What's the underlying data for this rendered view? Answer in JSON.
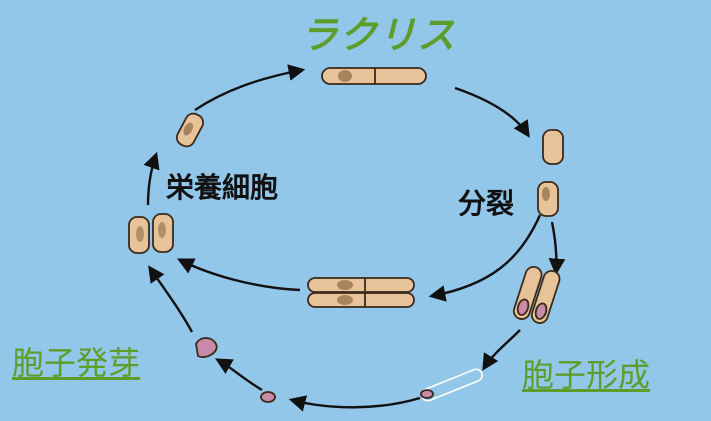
{
  "title": "ラクリス",
  "stages": {
    "vegetative": "栄養細胞",
    "division": "分裂",
    "germination": "胞子発芽",
    "sporulation": "胞子形成"
  },
  "colors": {
    "background": "#92c7ea",
    "title": "#5d9e2b",
    "cell_fill": "#e8c39a",
    "cell_stroke": "#3a2a1a",
    "cell_shade": "#8a6a45",
    "spore_fill": "#c88aa8",
    "arrow": "#111111"
  }
}
